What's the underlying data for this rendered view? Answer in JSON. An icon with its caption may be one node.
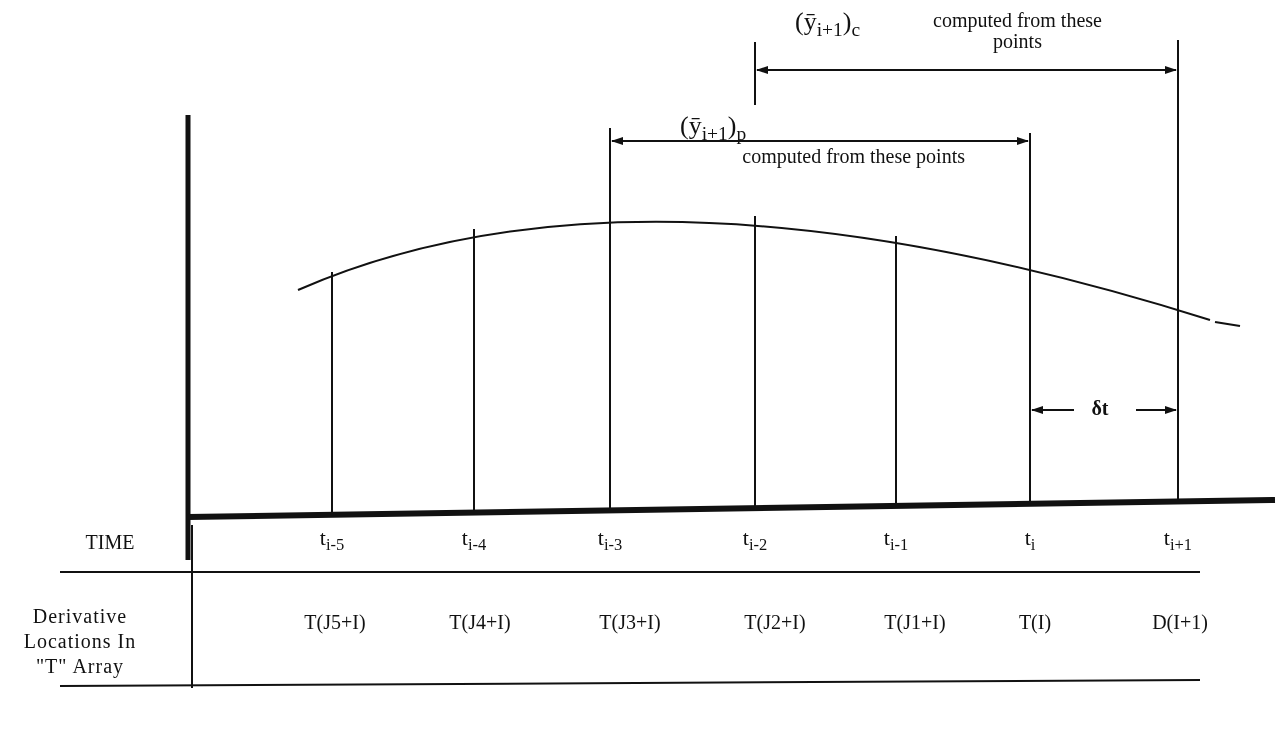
{
  "diagram": {
    "labels": [
      "(ȳ$_{i+1}$)$_{c}$",
      "computed from these points",
      "(ȳ$_{i+1}$)$_{p}$",
      "computed from these points",
      "δt",
      "TIME",
      "t$_{i-5}$",
      "t$_{i-4}$",
      "t$_{i-3}$",
      "t$_{i-2}$",
      "t$_{i-1}$",
      "t$_{i}$",
      "t$_{i+1}$",
      "Derivative Locations In \"T\" Array",
      "T(J5+I)",
      "T(J4+I)",
      "T(J3+I)",
      "T(J2+I)",
      "T(J1+I)",
      "T(I)",
      "D(I+1)"
    ]
  }
}
